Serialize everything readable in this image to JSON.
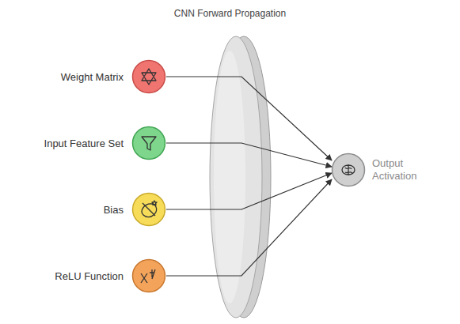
{
  "diagram": {
    "title": "CNN Forward Propagation",
    "nodes": [
      {
        "text": [
          "Weight Matrix"
        ]
      },
      {
        "text": [
          "Input Feature Set"
        ]
      },
      {
        "text": [
          "Bias"
        ]
      },
      {
        "text": [
          "ReLU Function"
        ]
      },
      {
        "text": [
          "Output Activation"
        ]
      }
    ],
    "edges": [
      {
        "from": 0,
        "to": 4,
        "arrow": "to"
      },
      {
        "from": 1,
        "to": 4,
        "arrow": "to"
      },
      {
        "from": 2,
        "to": 4,
        "arrow": "to"
      },
      {
        "from": 3,
        "to": 4,
        "arrow": "to"
      }
    ]
  }
}
